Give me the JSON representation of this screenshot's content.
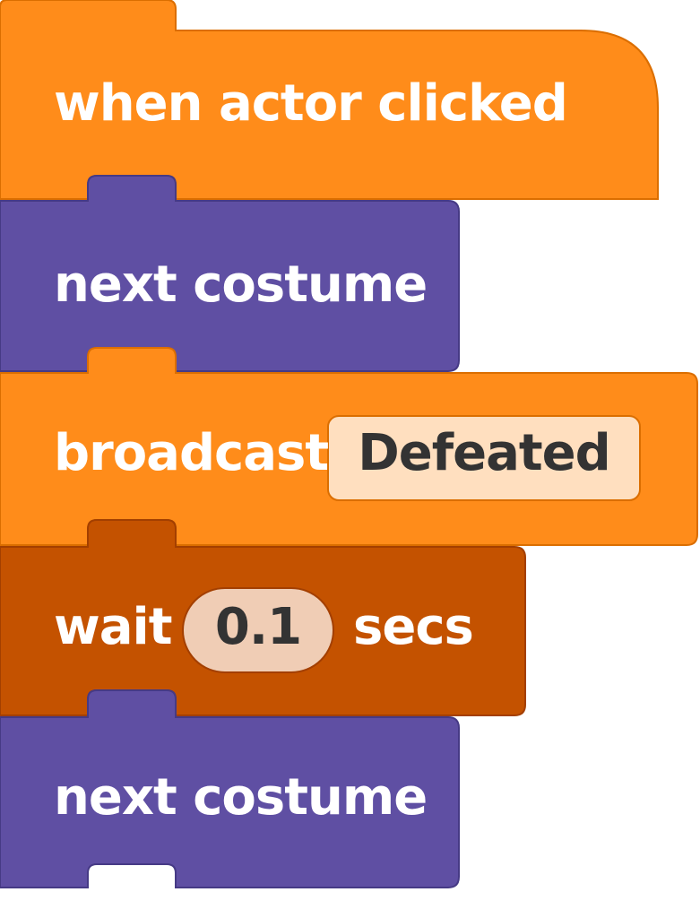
{
  "script": {
    "hat_block": {
      "label": "when actor clicked",
      "color": "#FF8C1A"
    },
    "block_1": {
      "label": "next costume",
      "color": "#5F4FA3"
    },
    "block_2": {
      "label": "broadcast",
      "input_value": "Defeated",
      "color": "#FF8C1A",
      "input_color": "#FFDFBF"
    },
    "block_3": {
      "label_before": "wait",
      "input_value": "0.1",
      "label_after": "secs",
      "color": "#C45200",
      "input_color": "#F0CDB5"
    },
    "block_4": {
      "label": "next costume",
      "color": "#5F4FA3"
    }
  }
}
